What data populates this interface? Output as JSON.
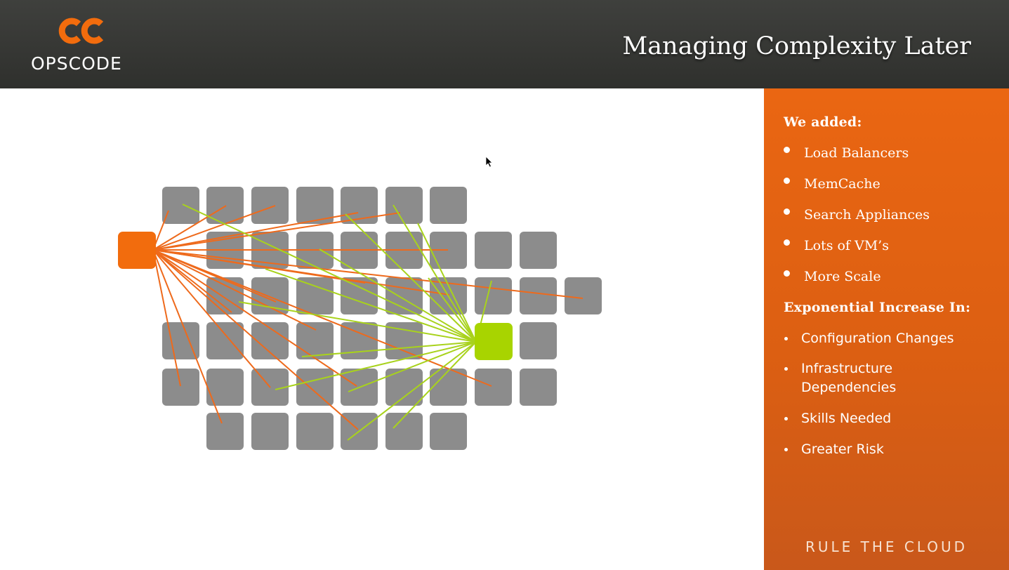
{
  "header": {
    "logo_text": "OPSCODE",
    "title": "Managing Complexity Later"
  },
  "sidebar": {
    "heading1": "We added:",
    "added": [
      "Load Balancers",
      "MemCache",
      "Search Appliances",
      "Lots of VM’s",
      "More Scale"
    ],
    "heading2": "Exponential Increase In:",
    "increase": [
      "Configuration Changes",
      "Infrastructure Dependencies",
      "Skills Needed",
      "Greater Risk"
    ],
    "tagline": "RULE THE CLOUD"
  },
  "colors": {
    "header_bg": "#363733",
    "sidebar_orange": "#e2621a",
    "node_gray": "#8c8c8c",
    "orange_node": "#f26c0d",
    "green_node": "#a8d400",
    "orange_line": "#ee6a1c",
    "green_line": "#a8d21c"
  },
  "icons": {
    "logo": "opscode-cc-logo",
    "cursor": "mouse-pointer-icon"
  }
}
